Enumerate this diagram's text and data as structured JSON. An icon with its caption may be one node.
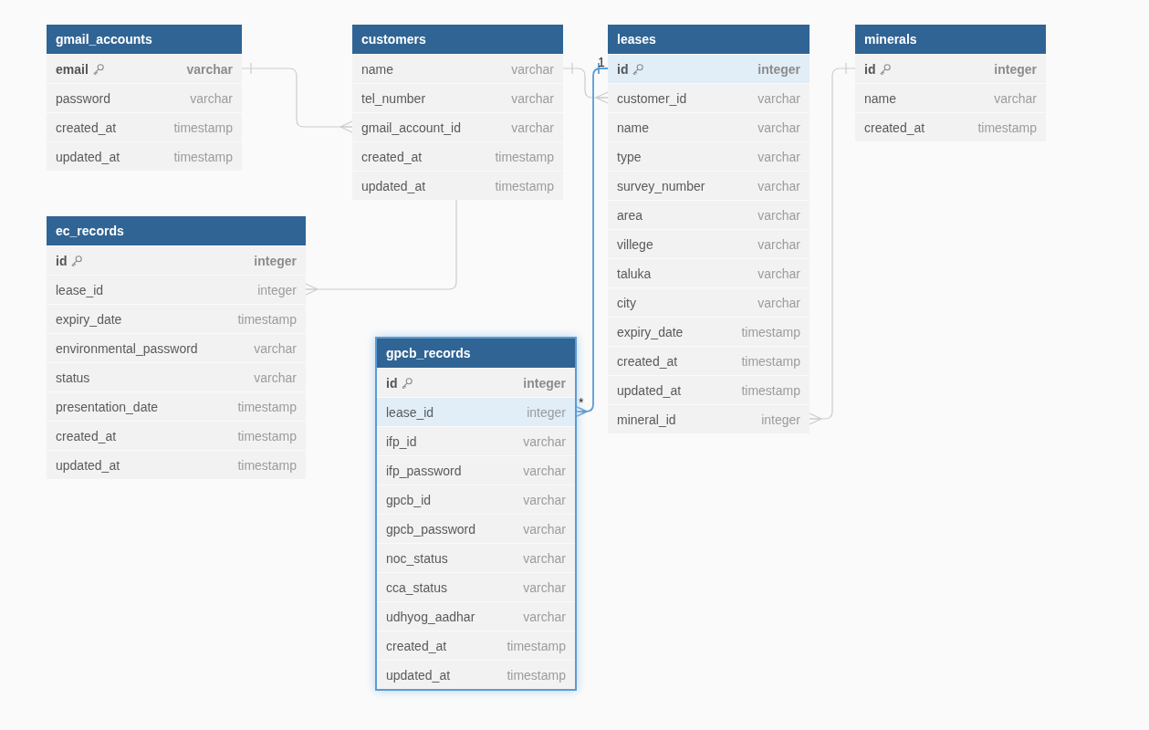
{
  "diagram": {
    "nodes": [
      {
        "text": [
          "gmail_accounts"
        ]
      },
      {
        "text": [
          "email",
          "varchar"
        ],
        "in": 0
      },
      {
        "text": [
          "password",
          "varchar"
        ],
        "in": 0
      },
      {
        "text": [
          "created_at",
          "timestamp"
        ],
        "in": 0
      },
      {
        "text": [
          "updated_at",
          "timestamp"
        ],
        "in": 0
      },
      {
        "text": [
          "customers"
        ]
      },
      {
        "text": [
          "name",
          "varchar"
        ],
        "in": 5
      },
      {
        "text": [
          "tel_number",
          "varchar"
        ],
        "in": 5
      },
      {
        "text": [
          "gmail_account_id",
          "varchar"
        ],
        "in": 5
      },
      {
        "text": [
          "created_at",
          "timestamp"
        ],
        "in": 5
      },
      {
        "text": [
          "updated_at",
          "timestamp"
        ],
        "in": 5
      },
      {
        "text": [
          "leases"
        ]
      },
      {
        "text": [
          "id",
          "integer"
        ],
        "in": 11
      },
      {
        "text": [
          "customer_id",
          "varchar"
        ],
        "in": 11
      },
      {
        "text": [
          "name",
          "varchar"
        ],
        "in": 11
      },
      {
        "text": [
          "type",
          "varchar"
        ],
        "in": 11
      },
      {
        "text": [
          "survey_number",
          "varchar"
        ],
        "in": 11
      },
      {
        "text": [
          "area",
          "varchar"
        ],
        "in": 11
      },
      {
        "text": [
          "villege",
          "varchar"
        ],
        "in": 11
      },
      {
        "text": [
          "taluka",
          "varchar"
        ],
        "in": 11
      },
      {
        "text": [
          "city",
          "varchar"
        ],
        "in": 11
      },
      {
        "text": [
          "expiry_date",
          "timestamp"
        ],
        "in": 11
      },
      {
        "text": [
          "created_at",
          "timestamp"
        ],
        "in": 11
      },
      {
        "text": [
          "updated_at",
          "timestamp"
        ],
        "in": 11
      },
      {
        "text": [
          "mineral_id",
          "integer"
        ],
        "in": 11
      },
      {
        "text": [
          "minerals"
        ]
      },
      {
        "text": [
          "id",
          "integer"
        ],
        "in": 25
      },
      {
        "text": [
          "name",
          "varchar"
        ],
        "in": 25
      },
      {
        "text": [
          "created_at",
          "timestamp"
        ],
        "in": 25
      },
      {
        "text": [
          "ec_records"
        ]
      },
      {
        "text": [
          "id",
          "integer"
        ],
        "in": 29
      },
      {
        "text": [
          "lease_id",
          "integer"
        ],
        "in": 29
      },
      {
        "text": [
          "expiry_date",
          "timestamp"
        ],
        "in": 29
      },
      {
        "text": [
          "environmental_password",
          "varchar"
        ],
        "in": 29
      },
      {
        "text": [
          "status",
          "varchar"
        ],
        "in": 29
      },
      {
        "text": [
          "presentation_date",
          "timestamp"
        ],
        "in": 29
      },
      {
        "text": [
          "created_at",
          "timestamp"
        ],
        "in": 29
      },
      {
        "text": [
          "updated_at",
          "timestamp"
        ],
        "in": 29
      },
      {
        "text": [
          "gpcb_records"
        ]
      },
      {
        "text": [
          "id",
          "integer"
        ],
        "in": 38
      },
      {
        "text": [
          "lease_id",
          "integer"
        ],
        "in": 38
      },
      {
        "text": [
          "ifp_id",
          "varchar"
        ],
        "in": 38
      },
      {
        "text": [
          "ifp_password",
          "varchar"
        ],
        "in": 38
      },
      {
        "text": [
          "gpcb_id",
          "varchar"
        ],
        "in": 38
      },
      {
        "text": [
          "gpcb_password",
          "varchar"
        ],
        "in": 38
      },
      {
        "text": [
          "noc_status",
          "varchar"
        ],
        "in": 38
      },
      {
        "text": [
          "cca_status",
          "varchar"
        ],
        "in": 38
      },
      {
        "text": [
          "udhyog_aadhar",
          "varchar"
        ],
        "in": 38
      },
      {
        "text": [
          "created_at",
          "timestamp"
        ],
        "in": 38
      },
      {
        "text": [
          "updated_at",
          "timestamp"
        ],
        "in": 38
      }
    ],
    "edges": [
      {
        "from": 1,
        "to": 8,
        "arrow": "other"
      },
      {
        "from": 6,
        "to": 13,
        "arrow": "other"
      },
      {
        "from": 12,
        "to": 40,
        "arrow": "other",
        "color": "#5b9bd5"
      },
      {
        "from": 5,
        "to": 31,
        "arrow": "other"
      },
      {
        "from": 26,
        "to": 24,
        "arrow": "other"
      }
    ],
    "labels": [
      "1",
      "*"
    ]
  }
}
